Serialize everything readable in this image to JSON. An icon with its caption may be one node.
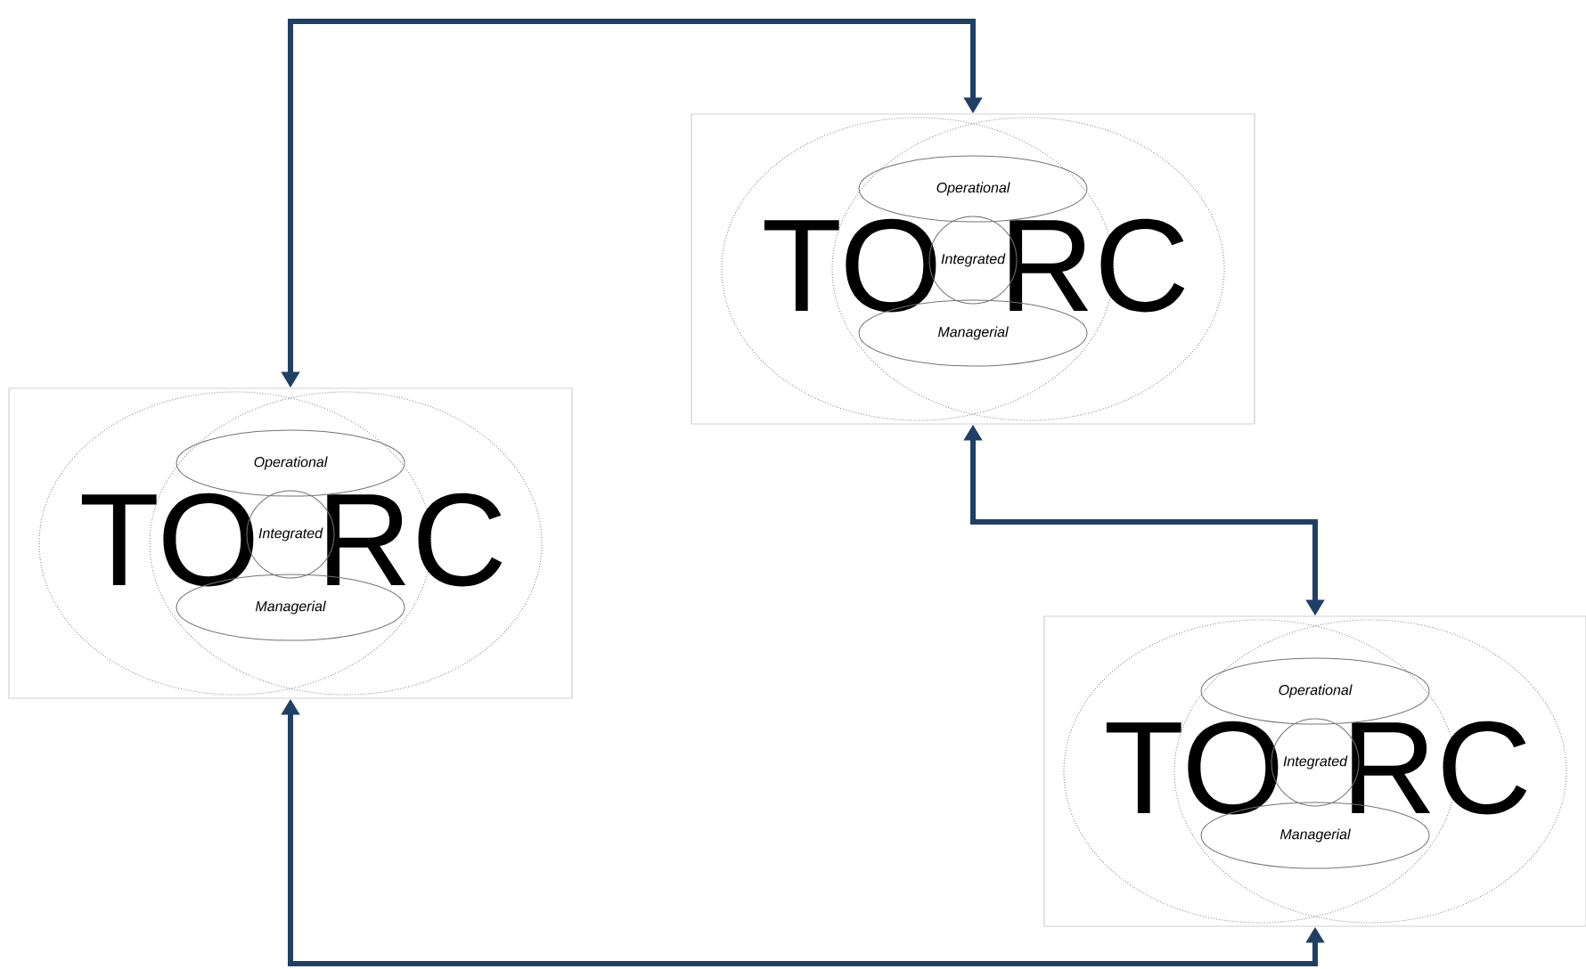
{
  "diagram": {
    "nodes": [
      {
        "text": [],
        "shape": "box"
      },
      {
        "text": [
          "TO"
        ],
        "in": 0
      },
      {
        "text": [
          "RC"
        ],
        "in": 0
      },
      {
        "text": [
          "Operational"
        ]
      },
      {
        "text": [
          "Integrated"
        ]
      },
      {
        "text": [
          "Managerial"
        ]
      },
      {
        "text": [],
        "shape": "box"
      },
      {
        "text": [
          "TO"
        ],
        "in": 6
      },
      {
        "text": [
          "RC"
        ],
        "in": 6
      },
      {
        "text": [
          "Operational"
        ]
      },
      {
        "text": [
          "Integrated"
        ]
      },
      {
        "text": [
          "Managerial"
        ]
      },
      {
        "text": [],
        "shape": "box"
      },
      {
        "text": [
          "TO"
        ],
        "in": 12
      },
      {
        "text": [
          "RC"
        ],
        "in": 12
      },
      {
        "text": [
          "Operational"
        ]
      },
      {
        "text": [
          "Integrated"
        ]
      },
      {
        "text": [
          "Managerial"
        ]
      }
    ],
    "edges": [
      {
        "from": 6,
        "to": 0,
        "arrow": "both"
      },
      {
        "from": 0,
        "to": 12,
        "arrow": "both"
      },
      {
        "from": 6,
        "to": 12,
        "arrow": "both"
      }
    ]
  }
}
